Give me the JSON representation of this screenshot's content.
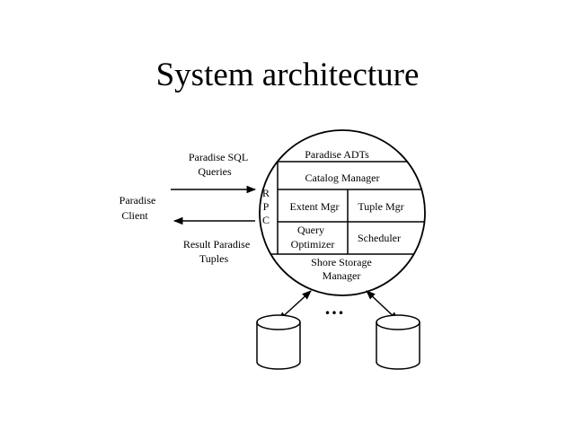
{
  "slide": {
    "title": "System architecture"
  },
  "diagram": {
    "query_label": [
      "Paradise SQL",
      "Queries"
    ],
    "client_label": [
      "Paradise",
      "Client"
    ],
    "result_label": [
      "Result Paradise",
      "Tuples"
    ],
    "rpc_letters": [
      "R",
      "P",
      "C"
    ],
    "server": {
      "adts": "Paradise ADTs",
      "catalog": "Catalog Manager",
      "extent": "Extent Mgr",
      "tuple": "Tuple Mgr",
      "optimizer": [
        "Query",
        "Optimizer"
      ],
      "scheduler": "Scheduler",
      "storage": [
        "Shore Storage",
        "Manager"
      ]
    },
    "ellipsis": "..."
  }
}
